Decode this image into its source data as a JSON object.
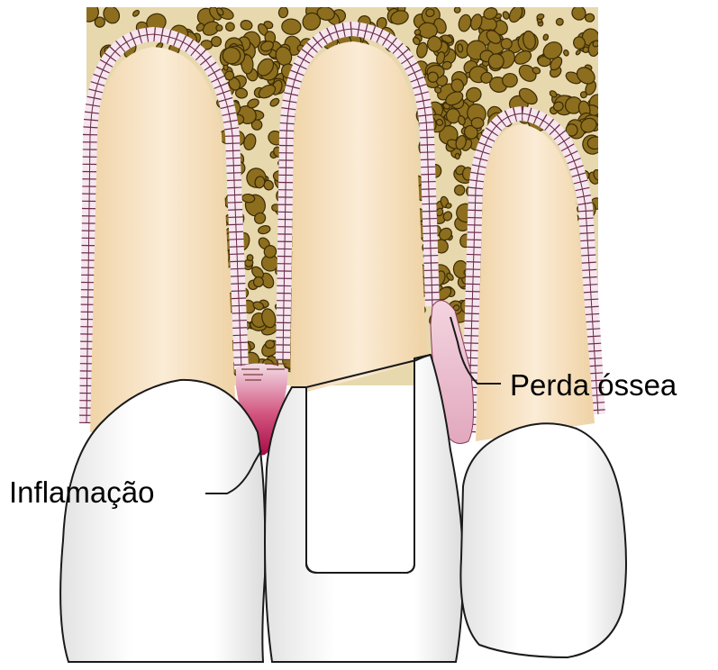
{
  "labels": {
    "inflammation": "Inflamação",
    "bone_loss": "Perda óssea"
  },
  "colors": {
    "bone_background": "#e6d6aa",
    "trabecula_fill": "#8c6e1e",
    "trabecula_edge": "#3a2a05",
    "root": "#f2d9b3",
    "root_light": "#f9ead2",
    "ligament": "#f6e6ee",
    "ligament_line": "#6a2a4a",
    "crown": "#ffffff",
    "crown_shade": "#e6e6e6",
    "inflammation": "#b8124e",
    "bone_loss_pocket": "#e8b6c8",
    "outline": "#1a1a1a"
  },
  "icons": [
    "tooth-diagram"
  ]
}
